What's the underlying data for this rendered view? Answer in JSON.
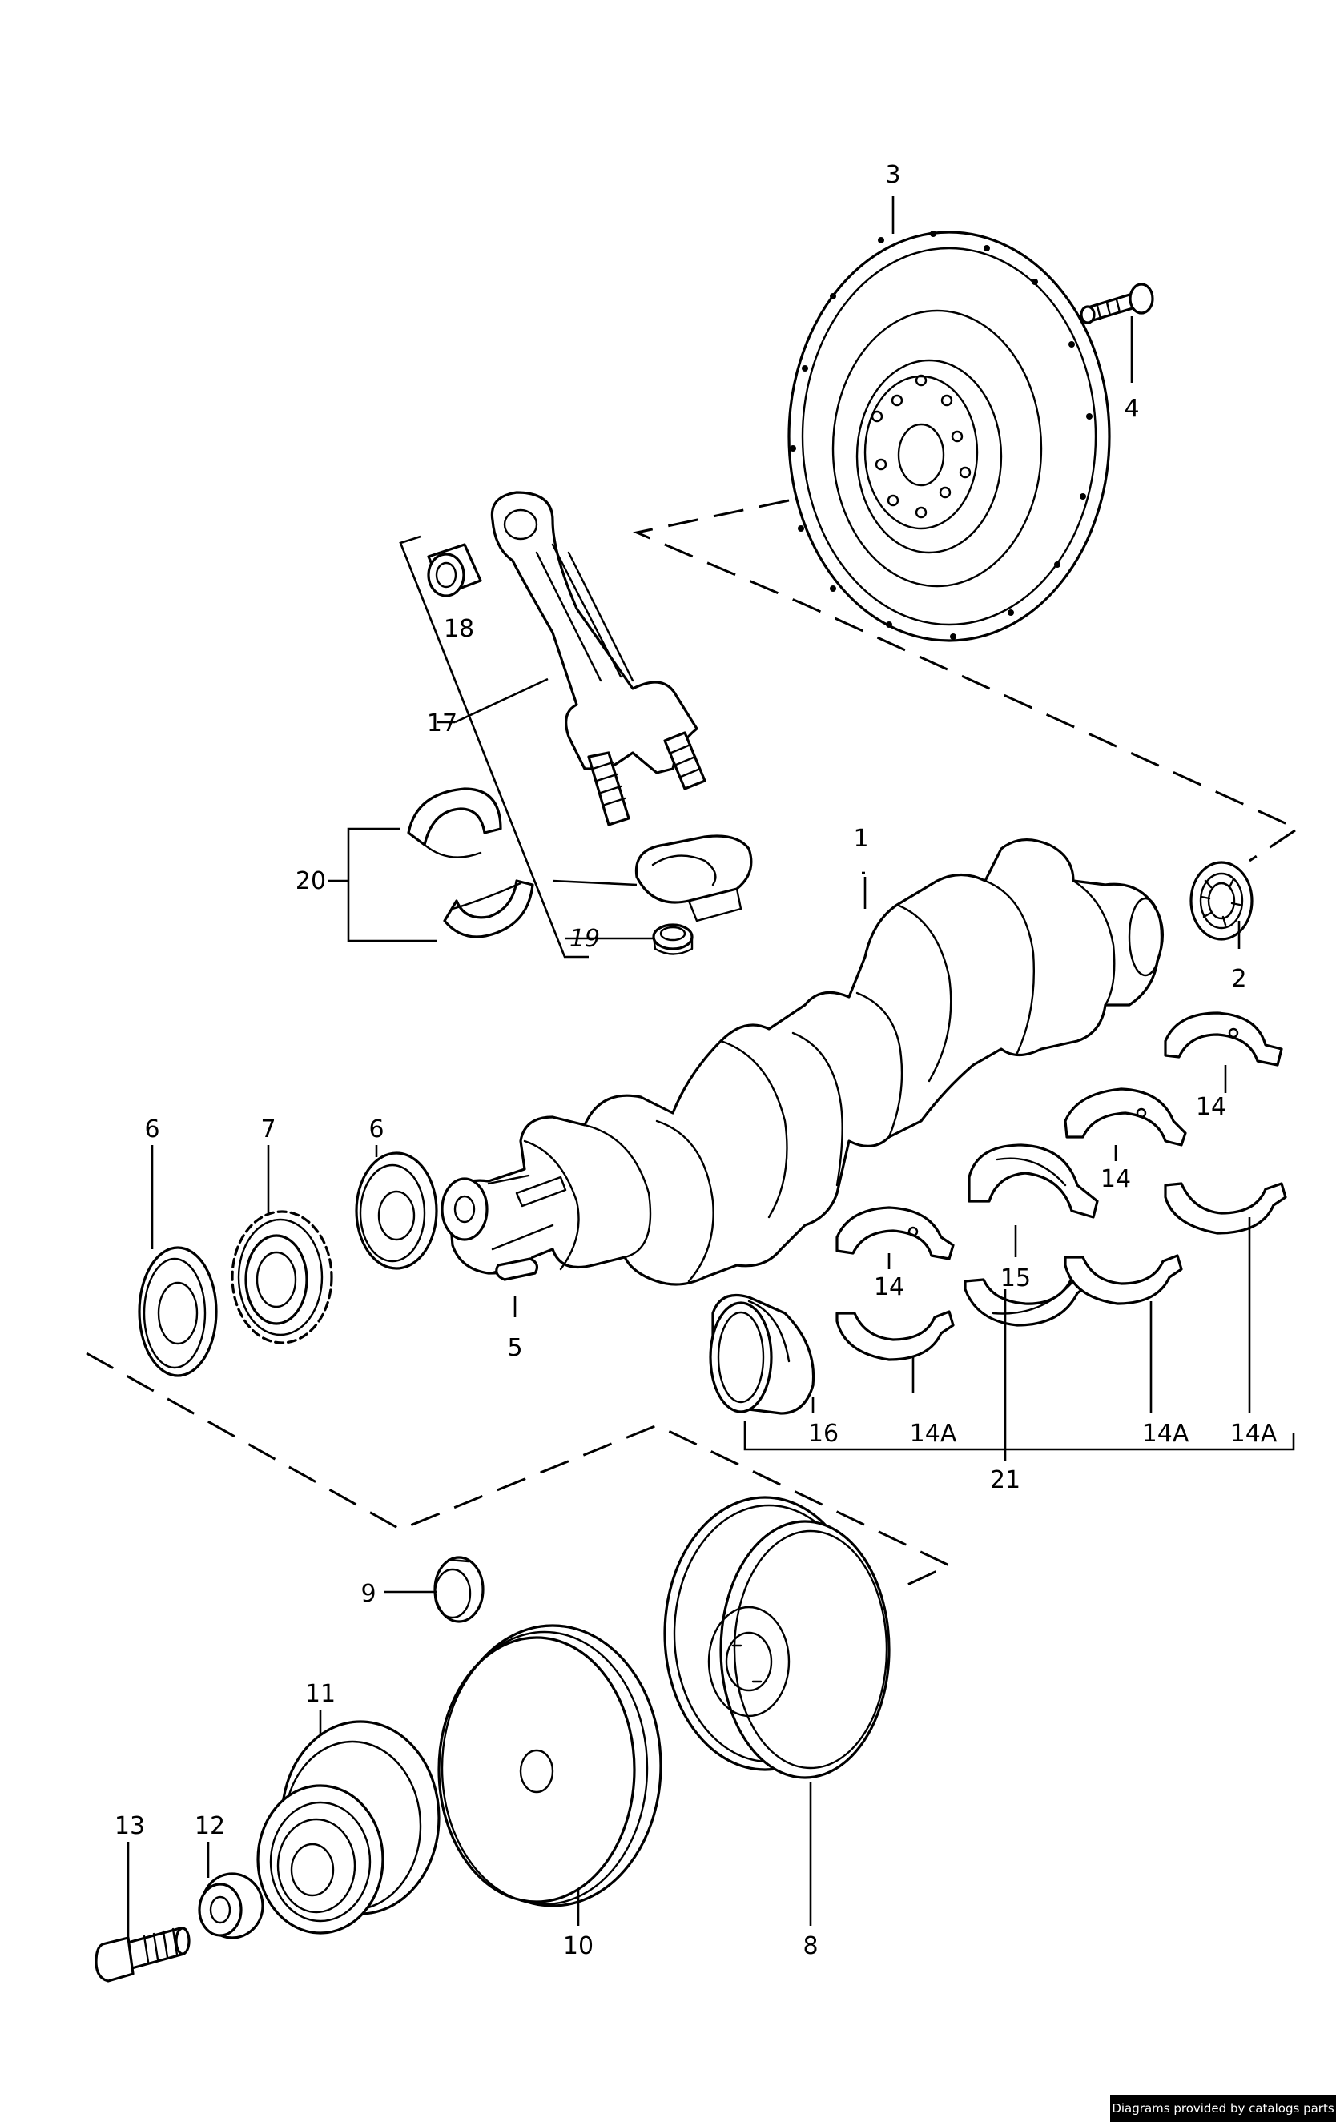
{
  "labels": {
    "l1": "1",
    "l2": "2",
    "l3": "3",
    "l4": "4",
    "l5": "5",
    "l6a": "6",
    "l6b": "6",
    "l7": "7",
    "l8": "8",
    "l9": "9",
    "l10": "10",
    "l11": "11",
    "l12": "12",
    "l13": "13",
    "l14a": "14",
    "l14b": "14",
    "l14c": "14",
    "l14A1": "14A",
    "l14A2": "14A",
    "l14A3": "14A",
    "l15": "15",
    "l16": "16",
    "l17": "17",
    "l18": "18",
    "l19": "19",
    "l20": "20",
    "l21": "21"
  },
  "credit": "Diagrams provided by catalogs parts"
}
